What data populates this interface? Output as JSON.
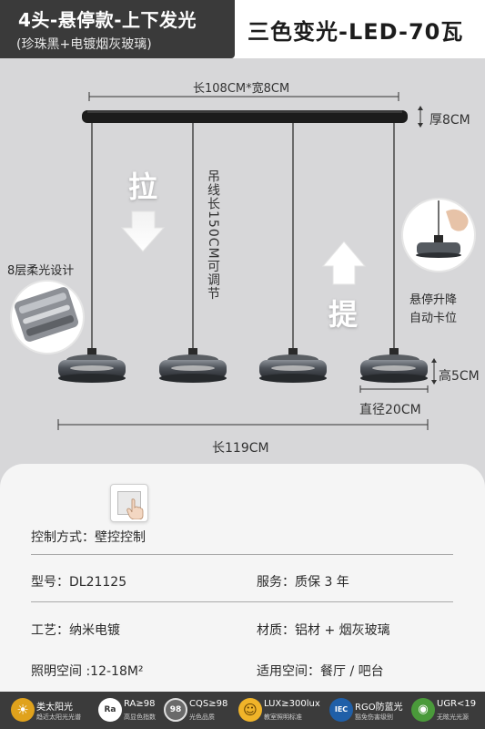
{
  "header": {
    "title": "4头-悬停款-上下发光",
    "subtitle": "(珍珠黑+电镀烟灰玻璃)",
    "right_title": "三色变光-LED-70瓦"
  },
  "dimensions": {
    "top_width": "长108CM*宽8CM",
    "thickness": "厚8CM",
    "wire_length": "吊线长150CM可调节",
    "lamp_height": "高5CM",
    "lamp_diameter": "直径20CM",
    "total_length": "长119CM"
  },
  "labels": {
    "pull": "拉",
    "lift": "提",
    "layers": "8层柔光设计",
    "hover_line1": "悬停升降",
    "hover_line2": "自动卡位"
  },
  "specs": {
    "control": "控制方式：壁控控制",
    "model": "型号：DL21125",
    "service": "服务：质保 3 年",
    "craft": "工艺：纳米电镀",
    "material": "材质：铝材 + 烟灰玻璃",
    "area": "照明空间 :12-18M²",
    "space": "适用空间：餐厅 / 吧台"
  },
  "features": [
    {
      "badge": "☀",
      "line1": "类太阳光",
      "line2": "趋近太阳光光谱",
      "color": "#e0a21c"
    },
    {
      "badge": "Ra",
      "line1": "RA≥98",
      "line2": "高显色指数",
      "color": "#ffffff"
    },
    {
      "badge": "98",
      "line1": "CQS≥98",
      "line2": "光色品质",
      "color": "#6a6a6a"
    },
    {
      "badge": "☺",
      "line1": "LUX≥300lux",
      "line2": "教室照明标准",
      "color": "#f0b429"
    },
    {
      "badge": "IEC",
      "line1": "RGO防蓝光",
      "line2": "豁免伤害级别",
      "color": "#1f5fa8"
    },
    {
      "badge": "◉",
      "line1": "UGR<19",
      "line2": "无眩光光源",
      "color": "#4a9a3a"
    }
  ]
}
